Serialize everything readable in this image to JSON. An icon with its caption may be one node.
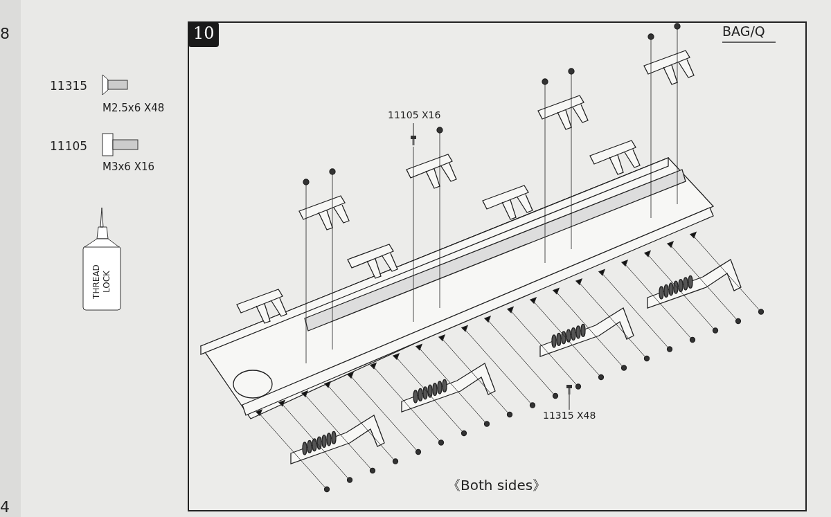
{
  "diagram": {
    "nodes": [
      {
        "text": [
          "11105 X16"
        ]
      },
      {
        "text": [],
        "shape": "picture"
      },
      {
        "text": [
          "11315 X48"
        ]
      },
      {
        "text": [],
        "shape": "picture"
      }
    ],
    "edges": [
      {
        "from": 0,
        "to": 1,
        "arrow": "none"
      },
      {
        "from": 2,
        "to": 3,
        "arrow": "none"
      }
    ],
    "labels": [
      "8",
      "11315",
      "M2.5x6 X48",
      "11105",
      "M3x6 X16",
      "THREAD LOCK",
      "4",
      "10",
      "BAG/Q",
      "《Both sides》"
    ]
  }
}
